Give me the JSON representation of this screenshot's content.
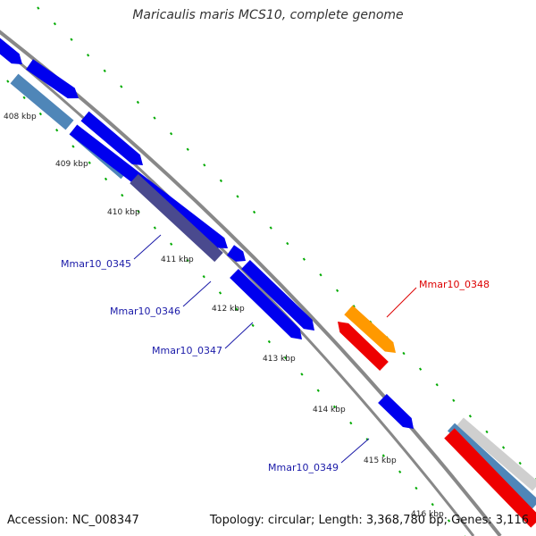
{
  "title": "Maricaulis maris MCS10, complete genome",
  "accession_label": "Accession: NC_008347",
  "topology_label": "Topology: circular; Length: 3,368,780 bp; Genes: 3,116",
  "kbp_ticks": [
    "408 kbp",
    "409 kbp",
    "410 kbp",
    "411 kbp",
    "412 kbp",
    "413 kbp",
    "414 kbp",
    "415 kbp",
    "416 kbp"
  ],
  "gene_labels": [
    "Mmar10_0345",
    "Mmar10_0346",
    "Mmar10_0347",
    "Mmar10_0348",
    "Mmar10_0349"
  ],
  "colors": {
    "forward_gene": "#0000ee",
    "reverse_gene": "#ee0000",
    "highlight_gene": "#ff9900",
    "steel_blue_feature": "#4f86b8",
    "slate_feature": "#4a4a8e",
    "backbone": "#888888",
    "tick": "#00aa00",
    "label_blue": "#1a1aa8",
    "label_red": "#dd0000"
  }
}
